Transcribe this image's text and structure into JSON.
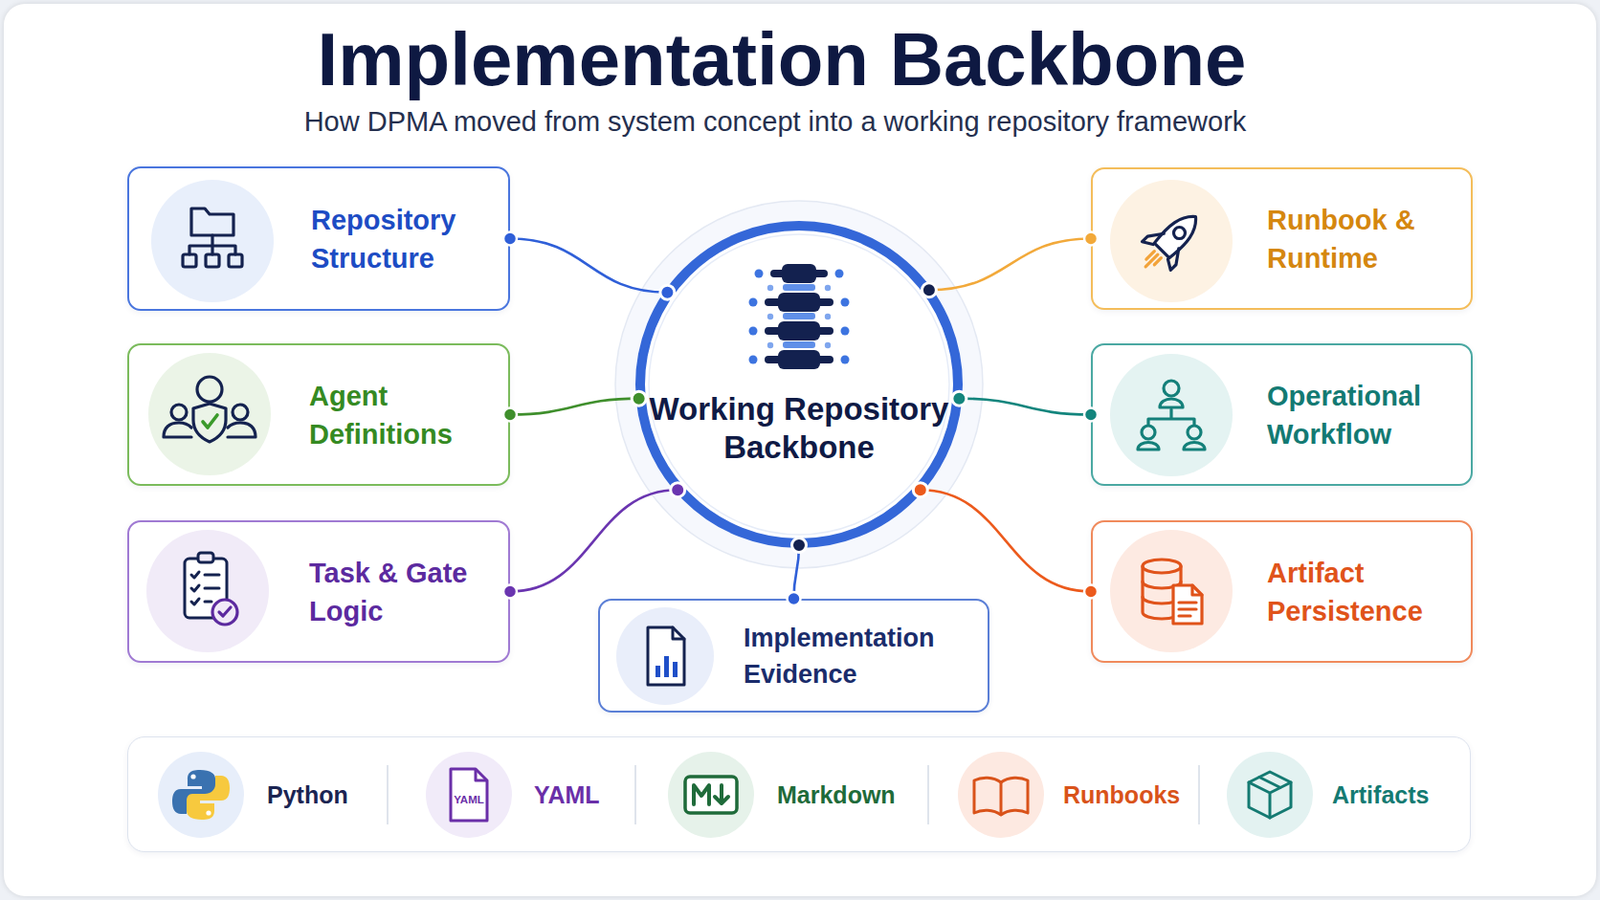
{
  "diagram": {
    "title": "Implementation Backbone",
    "caption": "How DPMA moved from system concept into a working repository framework",
    "nodes": [
      {
        "text": [
          "Working Repository Backbone"
        ]
      },
      {
        "text": [
          "Repository Structure"
        ]
      },
      {
        "text": [
          "Agent Definitions"
        ]
      },
      {
        "text": [
          "Task & Gate Logic"
        ]
      },
      {
        "text": [
          "Implementation Evidence"
        ]
      },
      {
        "text": [
          "Runbook & Runtime"
        ]
      },
      {
        "text": [
          "Operational Workflow"
        ]
      },
      {
        "text": [
          "Artifact Persistence"
        ]
      },
      {
        "text": [
          "Python",
          "YAML",
          "Markdown",
          "Runbooks",
          "Artifacts"
        ]
      }
    ],
    "edges": [
      {
        "from": 1,
        "to": 0,
        "arrow": "none"
      },
      {
        "from": 2,
        "to": 0,
        "arrow": "none"
      },
      {
        "from": 3,
        "to": 0,
        "arrow": "none"
      },
      {
        "from": 4,
        "to": 0,
        "arrow": "none"
      },
      {
        "from": 5,
        "to": 0,
        "arrow": "none"
      },
      {
        "from": 6,
        "to": 0,
        "arrow": "none"
      },
      {
        "from": 7,
        "to": 0,
        "arrow": "none"
      }
    ],
    "labels": [
      "YAML"
    ]
  }
}
